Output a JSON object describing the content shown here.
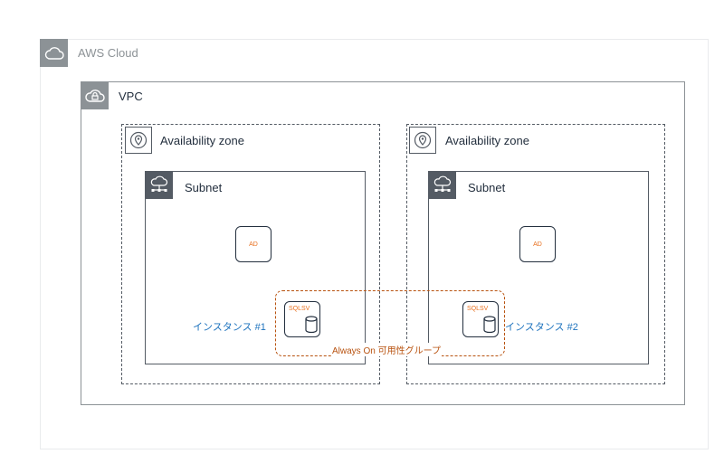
{
  "cloud": {
    "label": "AWS Cloud",
    "icon": "cloud-icon"
  },
  "vpc": {
    "label": "VPC",
    "icon": "lock-cloud-icon"
  },
  "zones": [
    {
      "label": "Availability zone",
      "icon": "location-pin-icon"
    },
    {
      "label": "Availability zone",
      "icon": "location-pin-icon"
    }
  ],
  "subnets": [
    {
      "label": "Subnet",
      "icon": "network-cloud-icon"
    },
    {
      "label": "Subnet",
      "icon": "network-cloud-icon"
    }
  ],
  "servers": [
    {
      "ad_label": "AD",
      "sql_label": "SQLSV",
      "instance_label": "インスタンス #1"
    },
    {
      "ad_label": "AD",
      "sql_label": "SQLSV",
      "instance_label": "インスタンス #2"
    }
  ],
  "availability_group": {
    "label": "Always On 可用性グループ"
  },
  "colors": {
    "group_gray": "#8c9296",
    "dark": "#232f3e",
    "orange": "#e8701f",
    "link_blue": "#1e73be",
    "ag_border": "#b8520f"
  }
}
